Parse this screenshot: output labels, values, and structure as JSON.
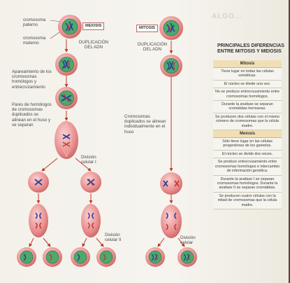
{
  "labels": {
    "cromosoma_paterno": "cromosoma paterno",
    "cromosoma_materno": "cromosoma materno",
    "meiosis_tag": "MEIOSIS",
    "mitosis_tag": "MITOSIS",
    "duplicacion_left": "DUPLICACIÓN DEL ADN",
    "duplicacion_right": "DUPLICACIÓN DEL ADN",
    "apareamiento": "Apareamiento de los cromosomas homólogos y entrecruzamiento",
    "pares": "Pares de homólogos de cromosomas duplicados se alinean en el huso y se separan",
    "division1": "División celular I",
    "division2": "División celular II",
    "cromosomas_duplicados": "Cromosomas duplicados se alinean individualmente en el huso",
    "division_celular": "División celular"
  },
  "side_panel": {
    "ghost_heading": "ALGO...",
    "title": "PRINCIPALES DIFERENCIAS ENTRE MITOSIS Y MEIOSIS",
    "mitosis_header": "Mitosis",
    "mitosis_items": [
      "Tiene lugar en todas las células somáticas.",
      "El núcleo se divide una vez.",
      "No se produce entrecruzamiento entre cromosomas homólogos.",
      "Durante la anafase se separan cromátidas hermanas.",
      "Se producen dos células con el mismo número de cromosomas que la célula madre."
    ],
    "meiosis_header": "Meiosis",
    "meiosis_items": [
      "Sólo tiene lugar en las células progenitoras de los gametos.",
      "El núcleo se divide dos veces.",
      "Se produce entrecruzamiento entre cromosomas homólogos e intercambio de información genética.",
      "Durante la anafase I se separan cromosomas homólogos. Durante la anafase II se separan cromátidas.",
      "Se producen cuatro células con la mitad de cromosomas que la célula madre."
    ]
  },
  "colors": {
    "cell": "#e98a8a",
    "nucleus_green": "#4fa86c",
    "chromosome_blue": "#2b3f9a",
    "chromosome_red": "#c23a3a",
    "arrow": "#c0392b"
  }
}
